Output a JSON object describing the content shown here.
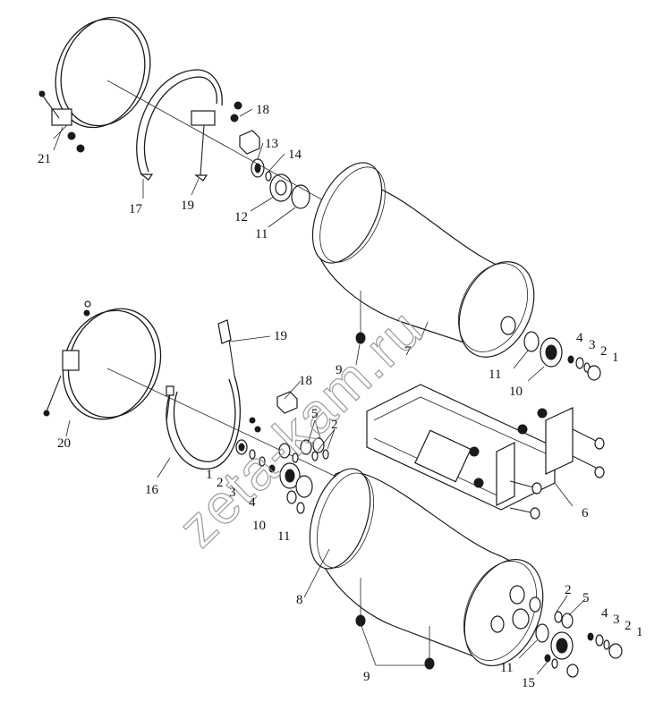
{
  "watermark": "zeta-kam.ru",
  "callouts": {
    "c1": "1",
    "c2": "2",
    "c3": "3",
    "c4": "4",
    "c5": "5",
    "c6": "6",
    "c7": "7",
    "c8": "8",
    "c9": "9",
    "c10": "10",
    "c11": "11",
    "c12": "12",
    "c13": "13",
    "c14": "14",
    "c15": "15",
    "c16": "16",
    "c17": "17",
    "c18": "18",
    "c19": "19",
    "c20": "20",
    "c21": "21"
  },
  "colors": {
    "line": "#1a1a1a",
    "watermark": "#9a9a9a",
    "background": "#ffffff"
  }
}
